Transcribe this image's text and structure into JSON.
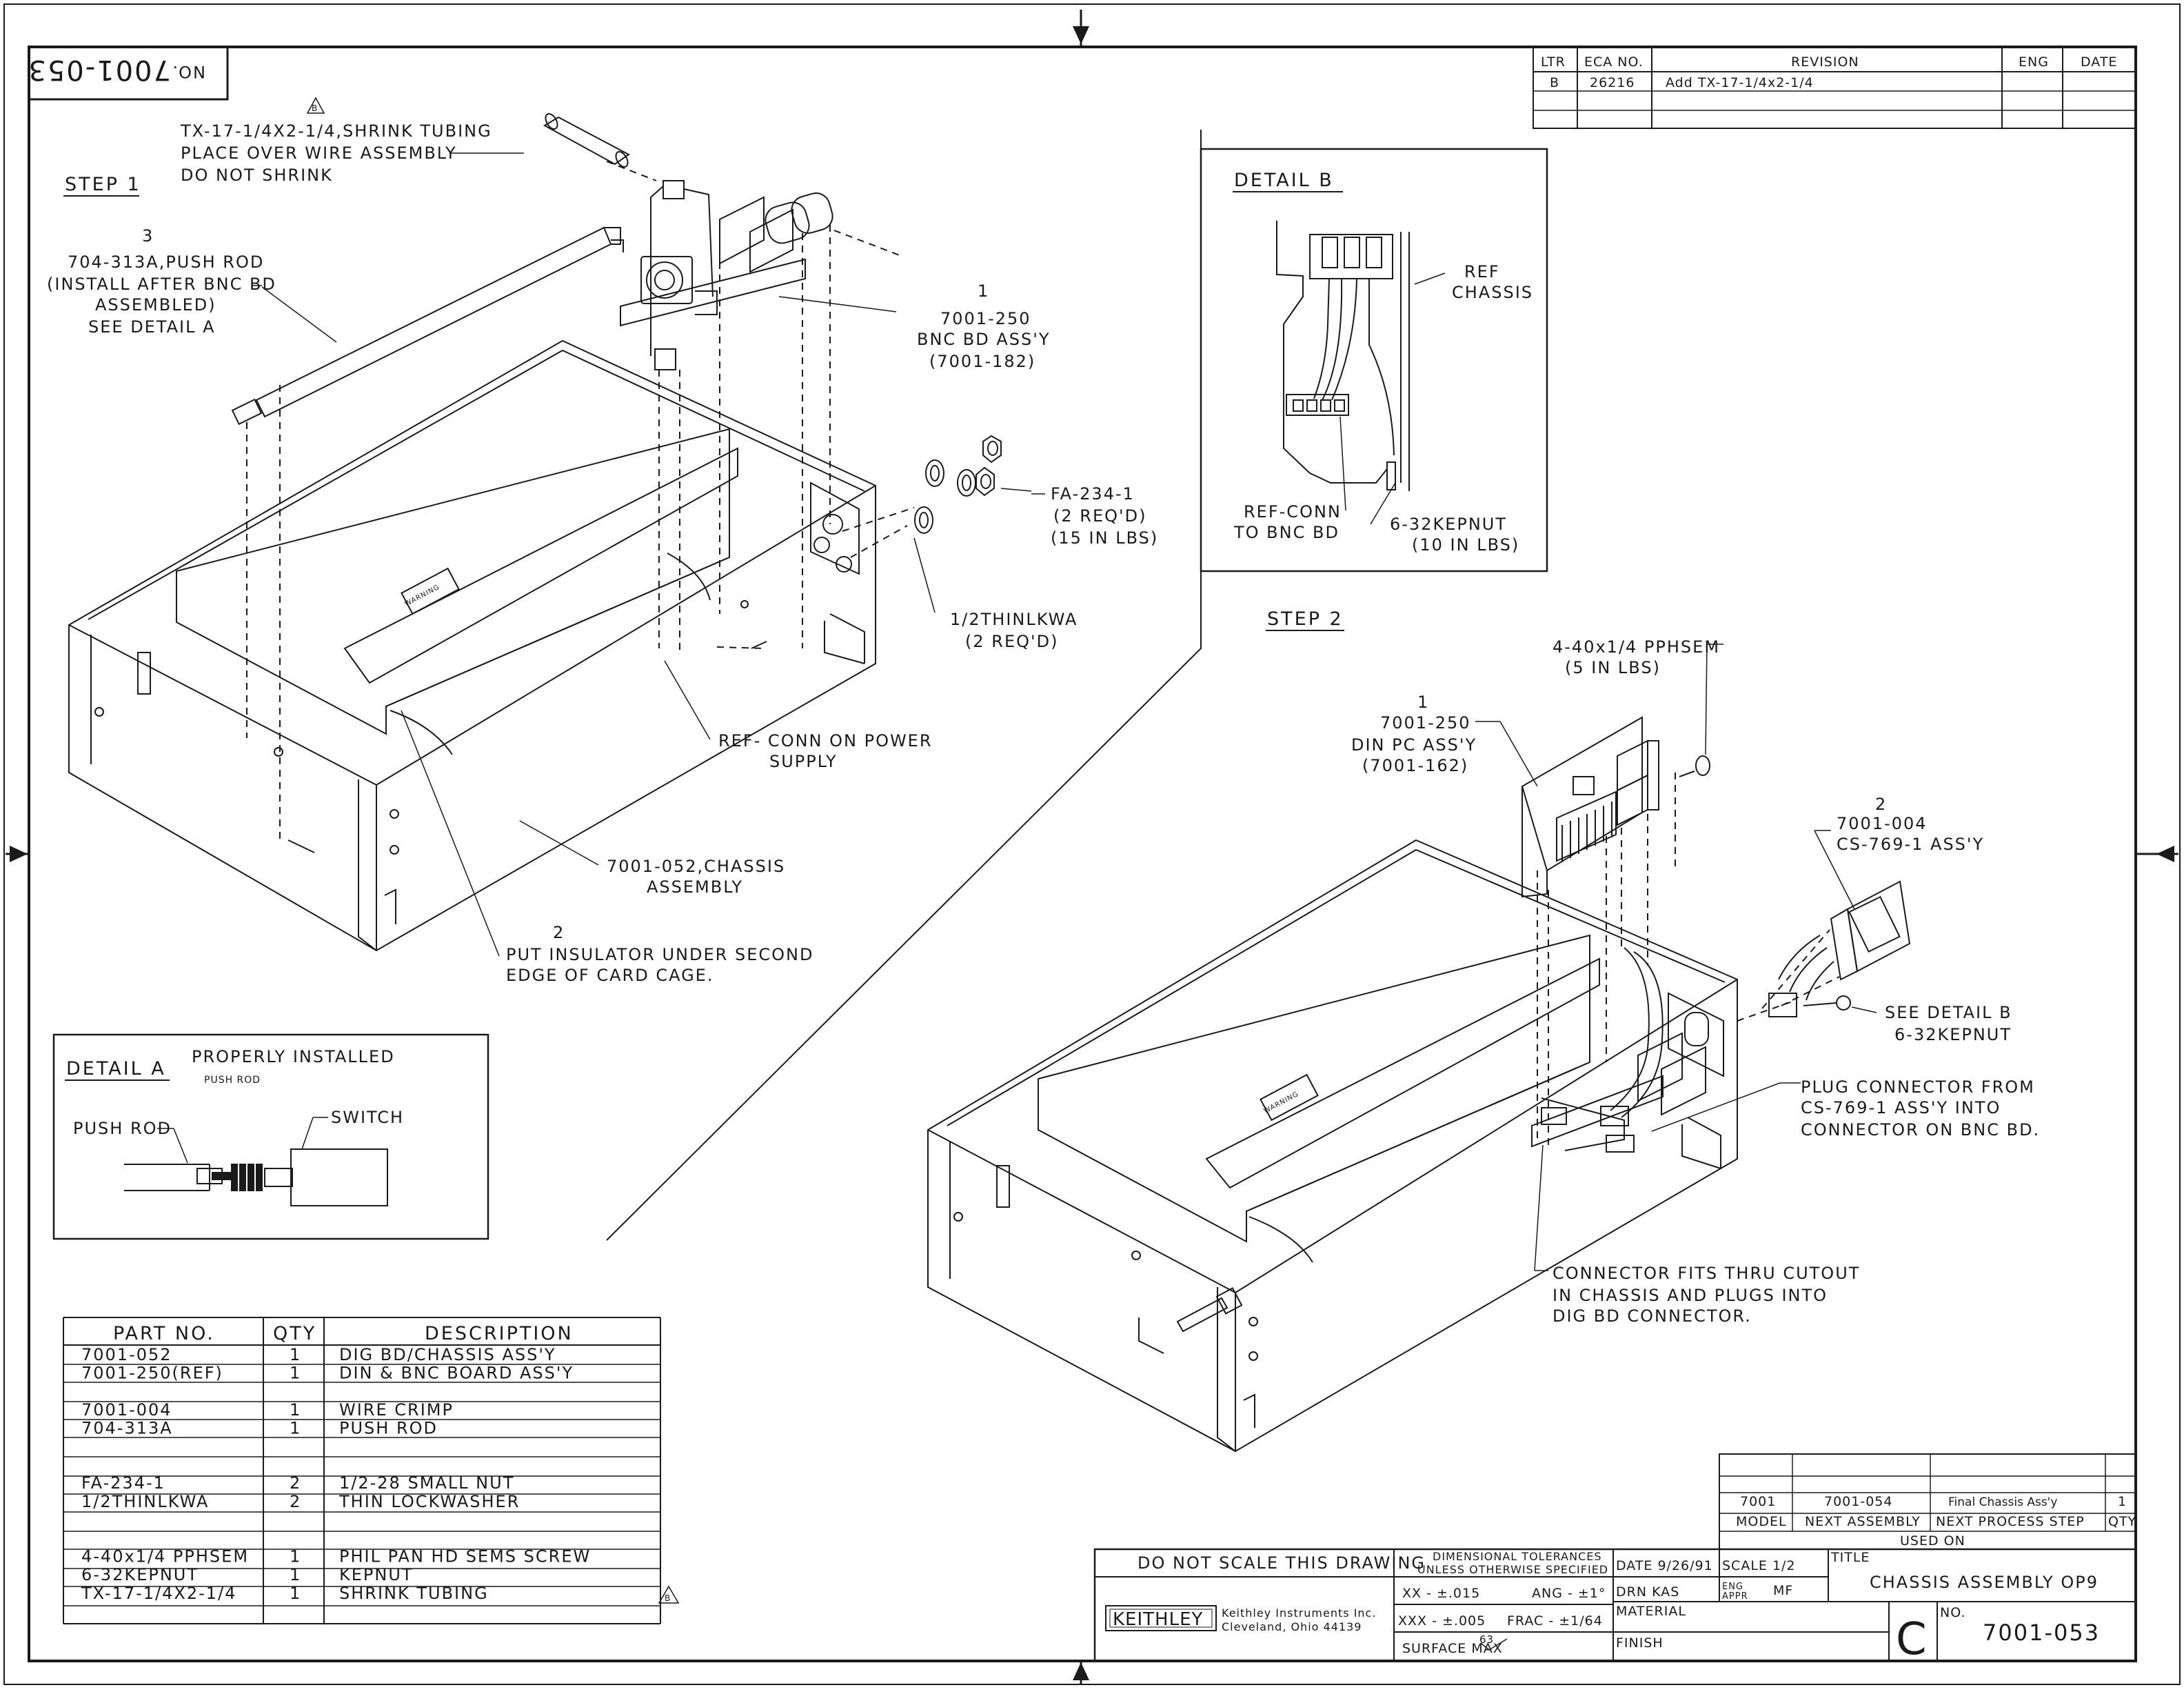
{
  "drawing": {
    "number_corner": "7001-053",
    "number_corner_prefix": "NO.",
    "step1_label": "STEP 1",
    "step2_label": "STEP 2"
  },
  "revision_block": {
    "headers": [
      "LTR",
      "ECA NO.",
      "REVISION",
      "ENG",
      "DATE"
    ],
    "rows": [
      [
        "B",
        "26216",
        "Add TX-17-1/4x2-1/4",
        "",
        ""
      ],
      [
        "",
        "",
        "",
        "",
        ""
      ],
      [
        "",
        "",
        "",
        "",
        ""
      ]
    ]
  },
  "step1_callouts": {
    "shrink_tubing": [
      "TX-17-1/4X2-1/4,SHRINK TUBING",
      "PLACE OVER WIRE ASSEMBLY",
      "DO NOT SHRINK"
    ],
    "rev_flag": "B",
    "push_rod": [
      "3",
      "704-313A,PUSH ROD",
      "(INSTALL AFTER BNC BD",
      "ASSEMBLED)",
      "SEE DETAIL A"
    ],
    "bnc_board": [
      "1",
      "7001-250",
      "BNC BD ASS'Y",
      "(7001-182)"
    ],
    "nut": [
      "FA-234-1",
      "(2 REQ'D)",
      "(15 IN LBS)"
    ],
    "lockwasher": [
      "1/2THINLKWA",
      "(2 REQ'D)"
    ],
    "ref_conn": [
      "REF- CONN ON POWER",
      "SUPPLY"
    ],
    "chassis": [
      "7001-052,CHASSIS",
      "ASSEMBLY"
    ],
    "insulator": [
      "2",
      "PUT INSULATOR UNDER SECOND",
      "EDGE OF CARD CAGE."
    ],
    "warning_tag": "WARNING"
  },
  "detail_b": {
    "title": "DETAIL B",
    "ref_chassis": [
      "REF",
      "CHASSIS"
    ],
    "ref_conn": [
      "REF-CONN",
      "TO BNC BD"
    ],
    "kepnut": [
      "6-32KEPNUT",
      "(10 IN LBS)"
    ]
  },
  "detail_a": {
    "title": "DETAIL A",
    "caption": "PROPERLY INSTALLED",
    "subcaption": "PUSH ROD",
    "push_rod": "PUSH ROD",
    "switch": "SWITCH"
  },
  "step2_callouts": {
    "screw": [
      "4-40x1/4 PPHSEM",
      "(5 IN LBS)"
    ],
    "din_board": [
      "1",
      "7001-250",
      "DIN PC ASS'Y",
      "(7001-162)"
    ],
    "cs769": [
      "2",
      "7001-004",
      "CS-769-1 ASS'Y"
    ],
    "see_detail_b": [
      "SEE DETAIL B",
      "6-32KEPNUT"
    ],
    "plug_connector": [
      "PLUG CONNECTOR FROM",
      "CS-769-1 ASS'Y INTO",
      "CONNECTOR ON BNC BD."
    ],
    "connector_cutout": [
      "CONNECTOR FITS THRU CUTOUT",
      "IN CHASSIS AND PLUGS INTO",
      "DIG BD CONNECTOR."
    ],
    "warning_tag": "WARNING"
  },
  "parts_list": {
    "headers": [
      "PART NO.",
      "QTY",
      "DESCRIPTION"
    ],
    "rows": [
      [
        "7001-052",
        "1",
        "DIG BD/CHASSIS ASS'Y"
      ],
      [
        "7001-250(REF)",
        "1",
        "DIN & BNC BOARD ASS'Y"
      ],
      [
        "",
        "",
        ""
      ],
      [
        "7001-004",
        "1",
        "WIRE CRIMP"
      ],
      [
        "704-313A",
        "1",
        "PUSH ROD"
      ],
      [
        "",
        "",
        ""
      ],
      [
        "",
        "",
        ""
      ],
      [
        "FA-234-1",
        "2",
        "1/2-28 SMALL NUT"
      ],
      [
        "1/2THINLKWA",
        "2",
        "THIN LOCKWASHER"
      ],
      [
        "",
        "",
        ""
      ],
      [
        "",
        "",
        ""
      ],
      [
        "4-40x1/4 PPHSEM",
        "1",
        "PHIL PAN HD SEMS SCREW"
      ],
      [
        "6-32KEPNUT",
        "1",
        "KEPNUT"
      ],
      [
        "TX-17-1/4X2-1/4",
        "1",
        "SHRINK TUBING"
      ]
    ],
    "rev_flag": "B"
  },
  "used_on": {
    "row": [
      "7001",
      "7001-054",
      "Final Chassis Ass'y",
      "1"
    ],
    "headers": [
      "MODEL",
      "NEXT ASSEMBLY",
      "NEXT PROCESS STEP",
      "QTY"
    ],
    "caption": "USED ON"
  },
  "title_block": {
    "no_scale": "DO NOT SCALE THIS DRAWING",
    "tolerances_title": [
      "DIMENSIONAL TOLERANCES",
      "UNLESS OTHERWISE SPECIFIED"
    ],
    "tol_xx": "XX - ±.015",
    "tol_ang": "ANG - ±1°",
    "tol_xxx": "XXX - ±.005",
    "tol_frac": "FRAC - ±1/64",
    "surface": "SURFACE MAX",
    "surface_value": "63",
    "company_logo": "KEITHLEY",
    "company_address": [
      "Keithley Instruments Inc.",
      "Cleveland, Ohio 44139"
    ],
    "date": "DATE 9/26/91",
    "drn": "DRN   KAS",
    "eng_appr": [
      "ENG",
      "APPR"
    ],
    "eng_appr_value": "MF",
    "scale": "SCALE  1/2",
    "title_label": "TITLE",
    "title_value": "CHASSIS ASSEMBLY  OP9",
    "material": "MATERIAL",
    "finish": "FINISH",
    "size": "C",
    "no_label": "NO.",
    "number": "7001-053"
  }
}
